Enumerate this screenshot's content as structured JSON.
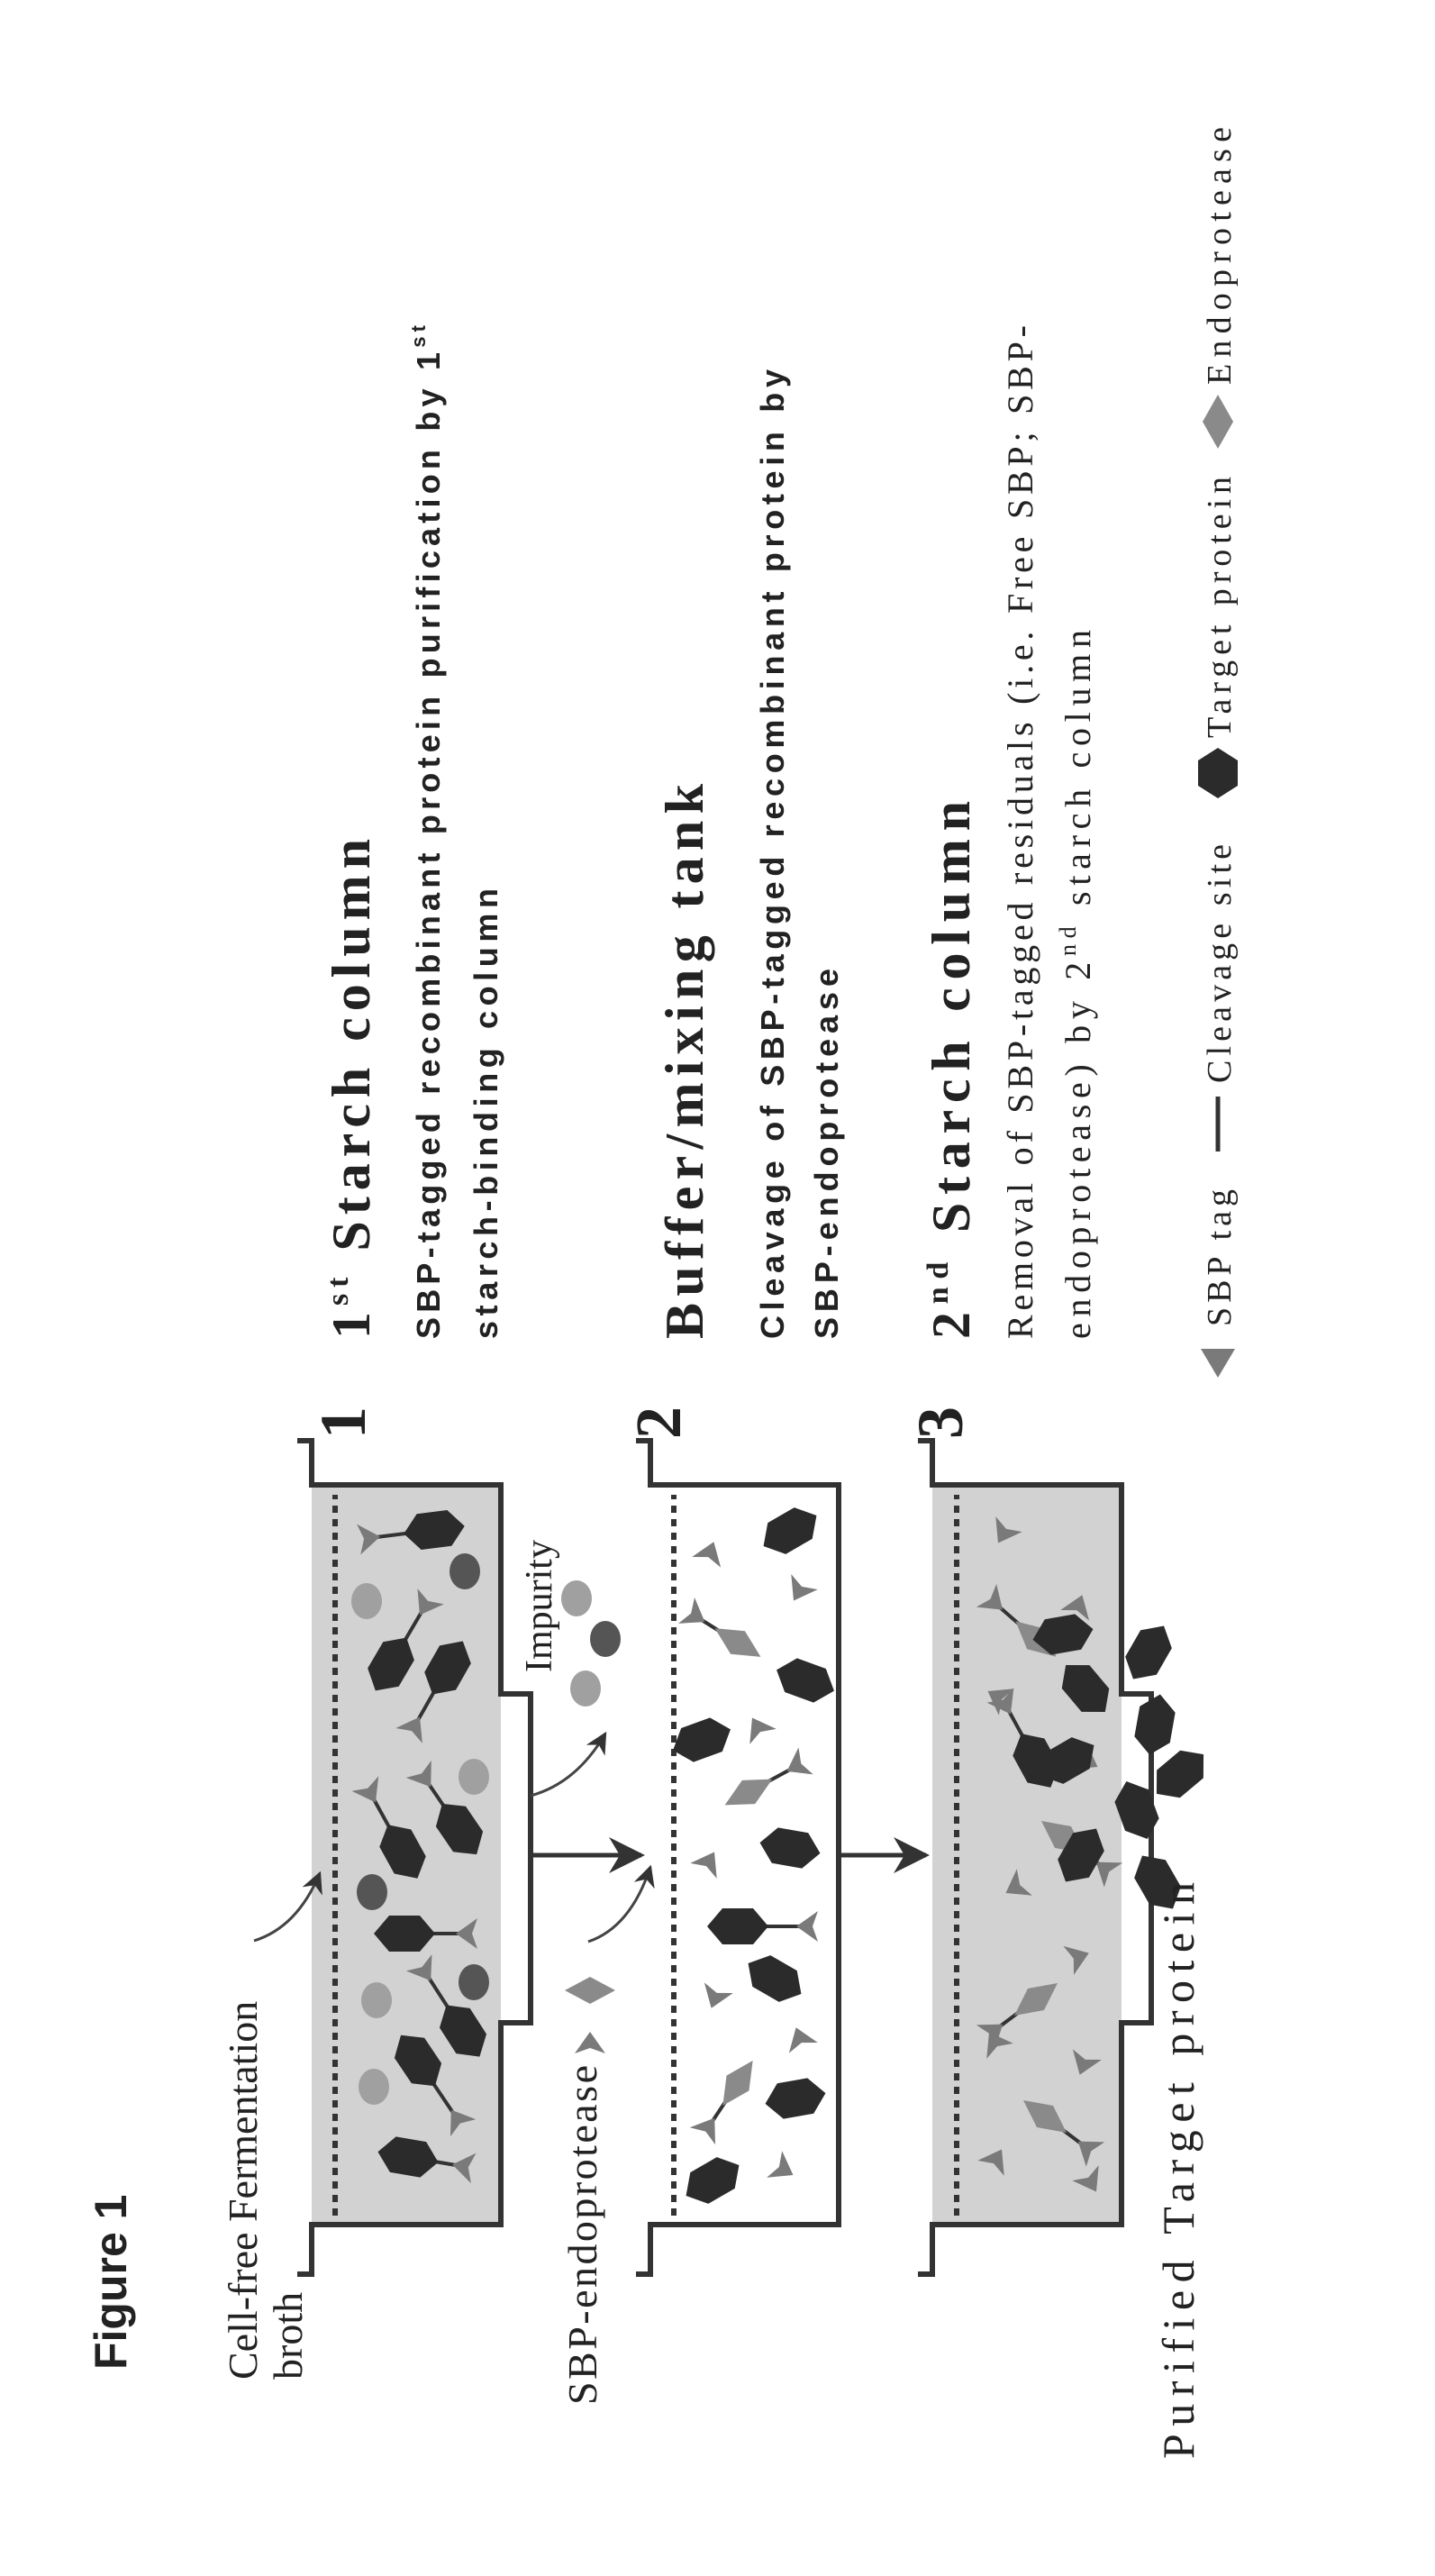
{
  "figure_label": "Figure 1",
  "labels": {
    "broth_line1": "Cell-free Fermentation",
    "broth_line2": "broth",
    "sbp_endoprotease": "SBP-endoprotease",
    "impurity": "Impurity",
    "purified": "Purified Target protein"
  },
  "steps": [
    {
      "number": "1",
      "title": {
        "pre": "1",
        "sup": "st",
        "post": " Starch column"
      },
      "line1": {
        "pre": "SBP-tagged recombinant protein purification by 1",
        "sup": "st",
        "post": ""
      },
      "line2": "starch-binding column"
    },
    {
      "number": "2",
      "title": "Buffer/mixing tank",
      "line1": "Cleavage of SBP-tagged recombinant protein by",
      "line2": "SBP-endoprotease"
    },
    {
      "number": "3",
      "title": {
        "pre": "2",
        "sup": "nd",
        "post": " Starch column"
      },
      "line1": "Removal of SBP-tagged residuals (i.e. Free SBP; SBP-",
      "line2": {
        "pre": "endoprotease) by 2",
        "sup": "nd",
        "post": " starch column"
      }
    }
  ],
  "legend": [
    {
      "icon": "sbp-tag-triangle",
      "label": "SBP tag"
    },
    {
      "icon": "cleavage-site-line",
      "label": "Cleavage site"
    },
    {
      "icon": "target-protein-hexagon",
      "label": "Target protein"
    },
    {
      "icon": "endoprotease-diamond",
      "label": "Endoprotease"
    }
  ],
  "colors": {
    "column_fill": "#d2d2d2",
    "target_protein": "#2b2b2b",
    "sbp_tag": "#7a7a7a",
    "endoprotease": "#8a8a8a",
    "impurity_light": "#a0a0a0",
    "impurity_dark": "#555555",
    "line": "#333333"
  }
}
